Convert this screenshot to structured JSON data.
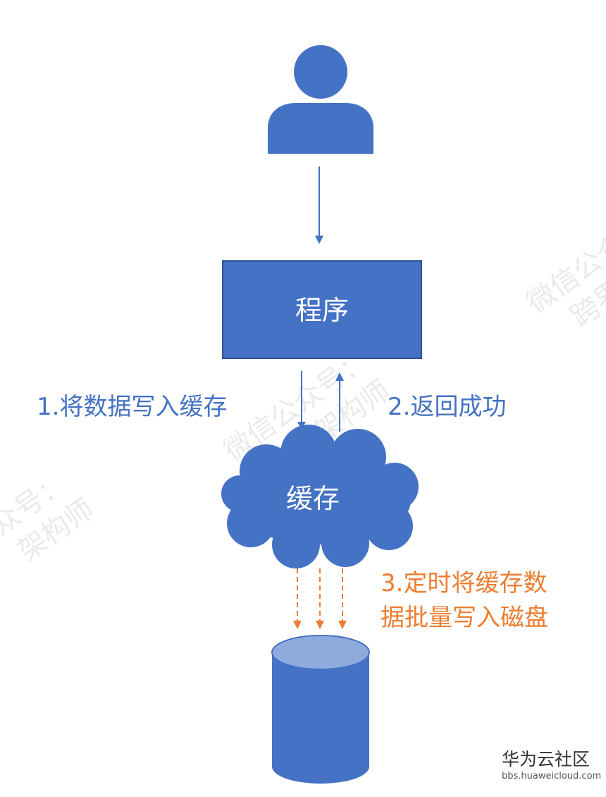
{
  "colors": {
    "primary": "#4472c4",
    "cylinder_top": "#8faadc",
    "accent": "#ed7d31",
    "watermark": "#d9d9d9"
  },
  "nodes": {
    "user": {
      "icon": "user-icon"
    },
    "program": {
      "label": "程序"
    },
    "cache": {
      "label": "缓存"
    },
    "disk": {
      "icon": "database-icon"
    }
  },
  "steps": {
    "write_cache": "1.将数据写入缓存",
    "return_success": "2.返回成功",
    "flush_line1": "3.定时将缓存数",
    "flush_line2": "据批量写入磁盘"
  },
  "watermarks": [
    {
      "line1": "微信公众号：",
      "line2": "跨界架构师"
    },
    {
      "line1": "微信公众号：",
      "line2": "跨界架构师"
    },
    {
      "line1": "众号：",
      "line2": "架构师"
    }
  ],
  "branding": {
    "site_name": "华为云社区",
    "url": "bbs.huaweicloud.com"
  }
}
